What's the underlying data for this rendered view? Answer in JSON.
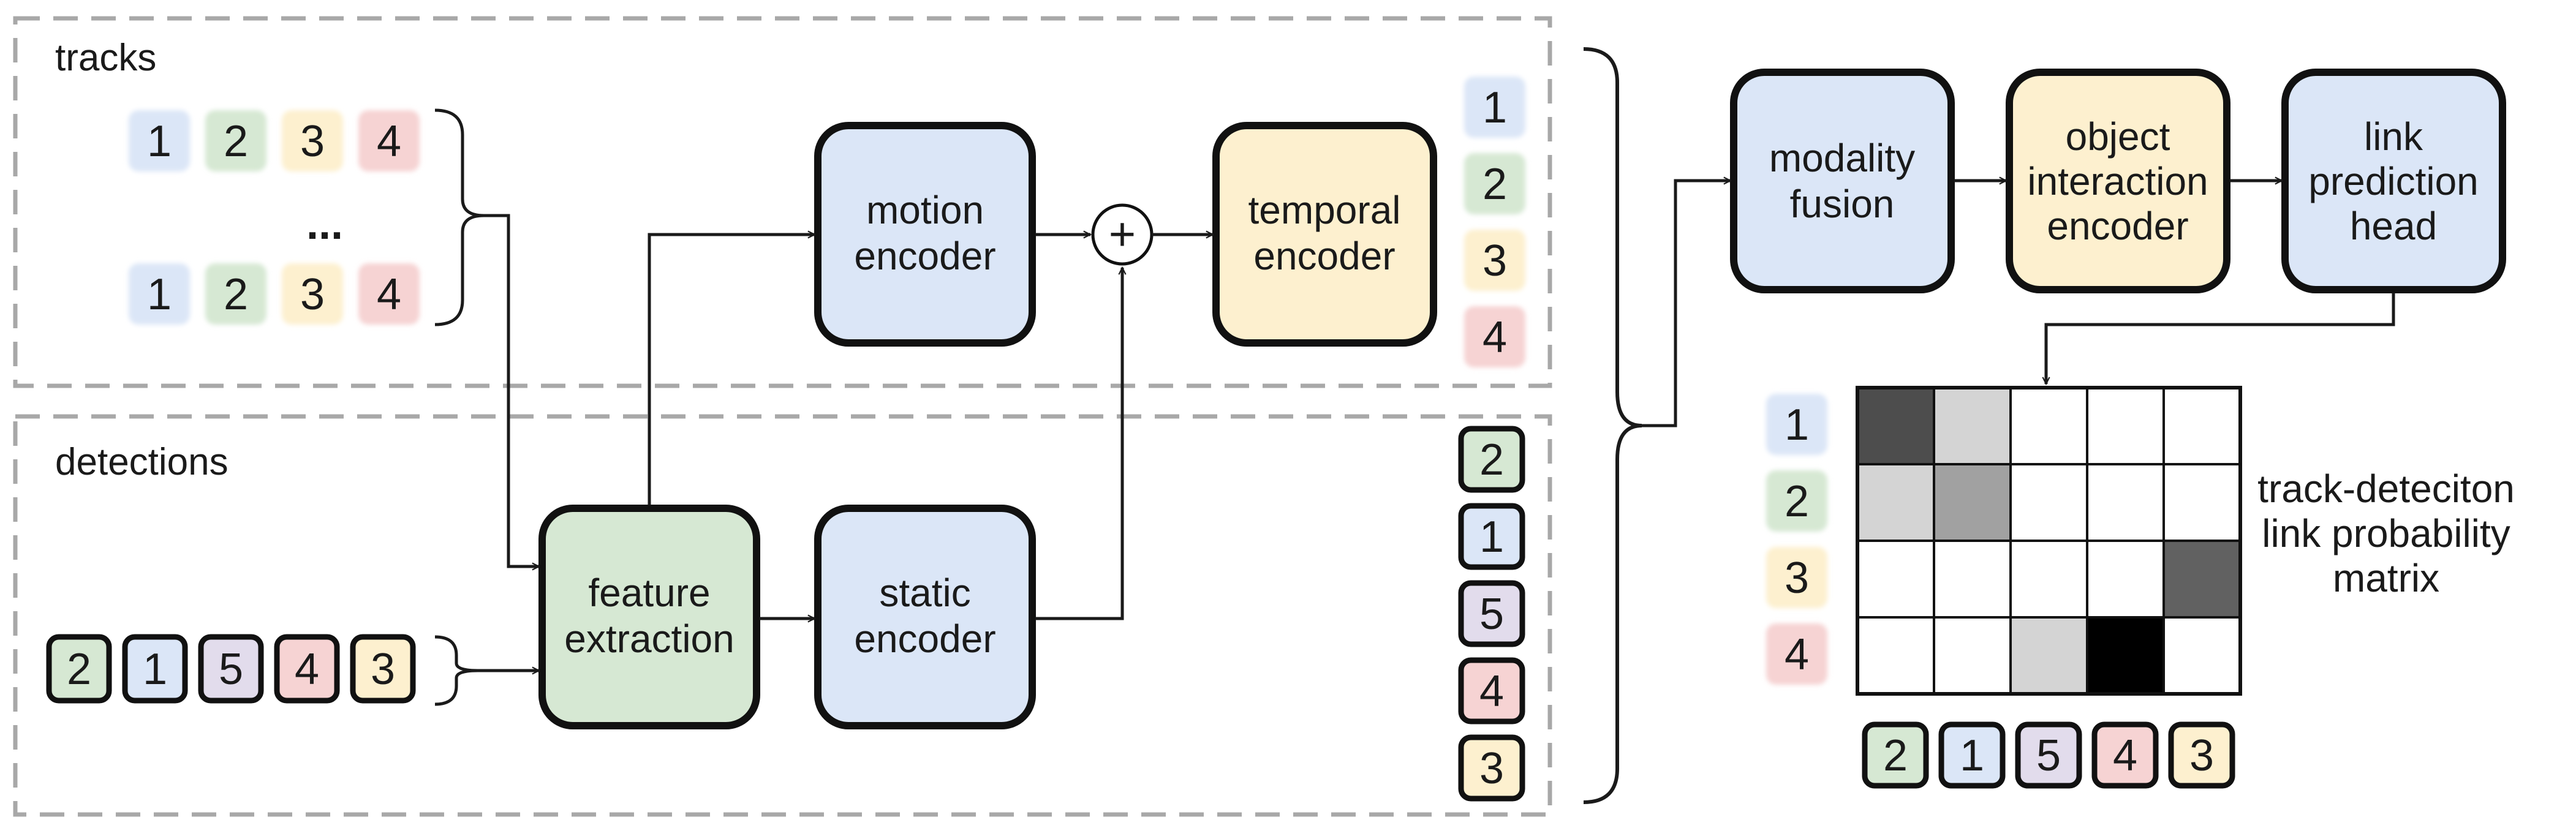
{
  "sections": {
    "tracks": "tracks",
    "detections": "detections"
  },
  "ellipsis": "...",
  "plus_symbol": "+",
  "blocks": {
    "motion_encoder": [
      "motion",
      "encoder"
    ],
    "temporal_encoder": [
      "temporal",
      "encoder"
    ],
    "feature_extraction": [
      "feature",
      "extraction"
    ],
    "static_encoder": [
      "static",
      "encoder"
    ],
    "modality_fusion": [
      "modality",
      "fusion"
    ],
    "object_interaction_encoder": [
      "object",
      "interaction",
      "encoder"
    ],
    "link_prediction_head": [
      "link",
      "prediction",
      "head"
    ]
  },
  "track_ids": [
    "1",
    "2",
    "3",
    "4"
  ],
  "detection_ids": [
    "2",
    "1",
    "5",
    "4",
    "3"
  ],
  "matrix_label": [
    "track-deteciton",
    "link probability",
    "matrix"
  ],
  "matrix_values": [
    [
      0.7,
      0.17,
      0,
      0,
      0
    ],
    [
      0.17,
      0.37,
      0,
      0,
      0
    ],
    [
      0,
      0,
      0,
      0,
      0.62
    ],
    [
      0,
      0,
      0.17,
      1.0,
      0
    ]
  ],
  "colors": {
    "blue": "#dbe6f7",
    "green": "#d6e8d3",
    "yellow": "#fdf0cf",
    "purple": "#e2dcec",
    "red": "#f6d3d3",
    "block_blue": "#dbe6f7",
    "block_yellow": "#fdf0cf",
    "block_green": "#d6e8d3"
  },
  "id_colors": {
    "1": "blue",
    "2": "green",
    "3": "yellow",
    "4": "red",
    "5": "purple"
  }
}
